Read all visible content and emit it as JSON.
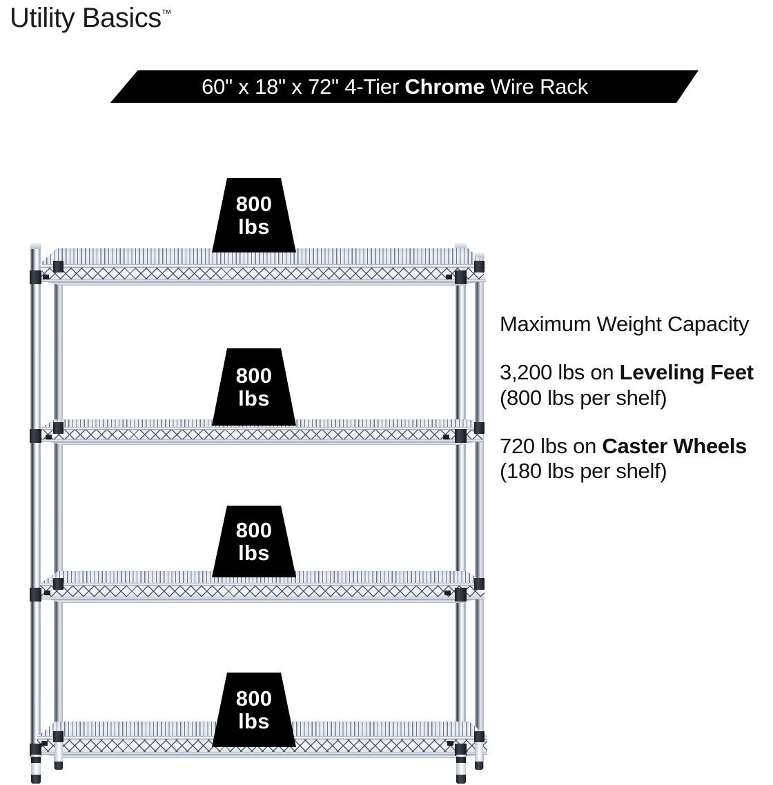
{
  "brand": {
    "name": "Utility Basics",
    "trademark": "™"
  },
  "banner": {
    "prefix": "60\" x 18\" x 72\" 4-Tier ",
    "emphasis": "Chrome",
    "suffix": " Wire Rack",
    "background_color": "#000000",
    "text_color": "#ffffff"
  },
  "info": {
    "heading": "Maximum Weight Capacity",
    "paragraphs": [
      {
        "prefix": "3,200 lbs on ",
        "emphasis": "Leveling Feet",
        "suffix": " (800 lbs per shelf)"
      },
      {
        "prefix": "720 lbs on ",
        "emphasis": "Caster Wheels",
        "suffix": " (180 lbs per shelf)"
      }
    ]
  },
  "rack": {
    "tier_count": 4,
    "badge_value": "800",
    "badge_unit": "lbs",
    "badges": [
      {
        "value": "800",
        "unit": "lbs"
      },
      {
        "value": "800",
        "unit": "lbs"
      },
      {
        "value": "800",
        "unit": "lbs"
      },
      {
        "value": "800",
        "unit": "lbs"
      }
    ],
    "colors": {
      "chrome_highlight": "#ffffff",
      "chrome_mid": "#d8dce4",
      "chrome_wire": "#5a6270",
      "chrome_shadow": "#2d333d",
      "collar": "#1a1d22",
      "badge": "#000000"
    }
  }
}
